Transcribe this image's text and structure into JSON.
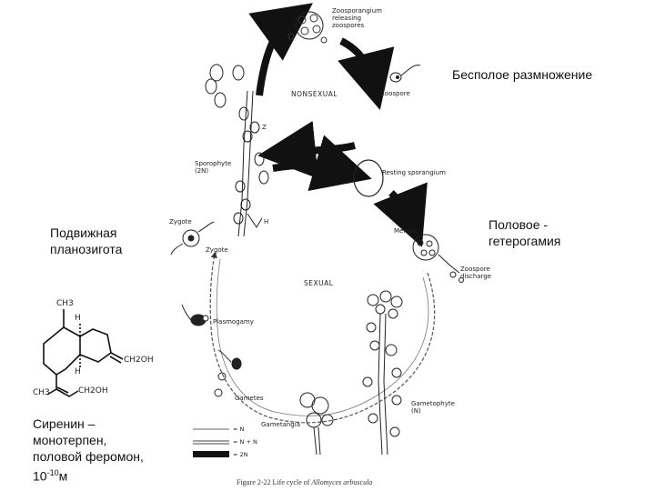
{
  "russian_labels": {
    "asexual": "Бесполое размножение",
    "sexual": "Половое -\nгетерогамия",
    "planozygote": "Подвижная\nпланозигота",
    "sirenin": "Сиренин –\nмонотерпен,\nполовой феромон,\n10",
    "sirenin_exp": "-10",
    "sirenin_unit": "м"
  },
  "cycle_labels": {
    "zoosporangium": "Zoosporangium\nreleasing\nzoospores",
    "zoospore": "Zoospore",
    "nonsexual": "NONSEXUAL",
    "sporophyte": "Sporophyte\n(2N)",
    "resting_sporangium": "Resting sporangium",
    "meiosis": "Meiosis",
    "zygote_top": "Zygote",
    "zygote": "Zygote",
    "zoospore_discharge": "Zoospore\ndischarge",
    "sexual": "SEXUAL",
    "plasmogamy": "Plasmogamy",
    "gametes": "Gametes",
    "gametangia": "Gametangia",
    "gametophyte": "Gametophyte\n(N)",
    "h": "H",
    "z": "Z"
  },
  "chem_labels": {
    "ch3_top": "CH3",
    "ch3_bottom": "CH3",
    "ch2oh_right": "CH2OH",
    "ch2oh_bottom": "CH2OH",
    "h_top": "H",
    "h_bottom": "H"
  },
  "legend": {
    "n": "= N",
    "n_plus_n": "= N + N",
    "two_n": "= 2N"
  },
  "caption": {
    "prefix": "Figure 2-22  Life cycle of ",
    "species": "Allomyces arbuscula"
  }
}
